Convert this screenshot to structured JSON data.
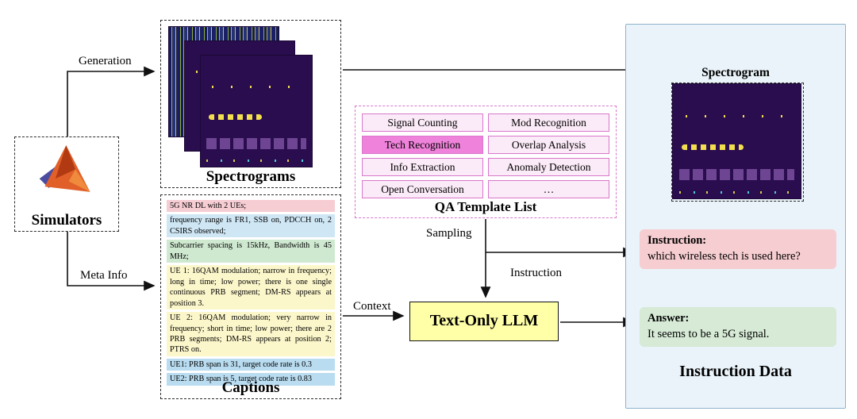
{
  "simulators": {
    "label": "Simulators"
  },
  "spectrograms": {
    "label": "Spectrograms"
  },
  "captions": {
    "label": "Captions",
    "blocks": [
      {
        "color": "pink",
        "text": "5G NR DL with 2 UEs;"
      },
      {
        "color": "blue",
        "text": "frequency range is FR1, SSB on, PDCCH on, 2 CSIRS observed;"
      },
      {
        "color": "green",
        "text": "Subcarrier spacing is 15kHz, Bandwidth is 45 MHz;"
      },
      {
        "color": "yellow",
        "text": "UE 1: 16QAM modulation; narrow in frequency; long in time; low power; there is one single continuous PRB segment; DM-RS appears at position 3."
      },
      {
        "color": "yellow",
        "text": "UE 2: 16QAM modulation; very narrow in frequency; short in time; low power; there are 2 PRB segments; DM-RS appears at position 2; PTRS on."
      },
      {
        "color": "cyan",
        "text": "UE1: PRB span is 31,  target code rate is 0.3"
      },
      {
        "color": "cyan",
        "text": "UE2: PRB span is 5, target code rate is 0.83"
      }
    ]
  },
  "qa_template": {
    "label": "QA Template List",
    "cells": [
      {
        "text": "Signal Counting",
        "highlight": false
      },
      {
        "text": "Mod Recognition",
        "highlight": false
      },
      {
        "text": "Tech Recognition",
        "highlight": true
      },
      {
        "text": "Overlap Analysis",
        "highlight": false
      },
      {
        "text": "Info Extraction",
        "highlight": false
      },
      {
        "text": "Anomaly Detection",
        "highlight": false
      },
      {
        "text": "Open Conversation",
        "highlight": false
      },
      {
        "text": "…",
        "highlight": false
      }
    ]
  },
  "llm": {
    "label": "Text-Only LLM"
  },
  "arrows": {
    "generation": "Generation",
    "meta_info": "Meta Info",
    "sampling": "Sampling",
    "instruction": "Instruction",
    "context": "Context"
  },
  "instruction_data": {
    "label": "Instruction Data",
    "spectrogram_label": "Spectrogram",
    "instruction": {
      "title": "Instruction:",
      "text": "which wireless tech is used here?"
    },
    "answer": {
      "title": "Answer:",
      "text": "It seems to be a 5G signal."
    }
  },
  "colors": {
    "caption-pink": "#f5cdd3",
    "caption-blue": "#cfe7f5",
    "caption-green": "#cfe9d0",
    "caption-yellow": "#fcf7cb",
    "caption-cyan": "#b9dcf0",
    "qa-cell-bg": "#fbeaf7",
    "qa-border": "#d878cc",
    "qa-highlight": "#ef82da",
    "llm-bg": "#ffffa8",
    "panel-bg": "#e9f3f9",
    "panel-border": "#8fb4cc",
    "instruction-bg": "#f6cdd0",
    "answer-bg": "#d6ead6",
    "spec-bg": "#2a0d4e",
    "spec-accent": "#f2df4d"
  }
}
